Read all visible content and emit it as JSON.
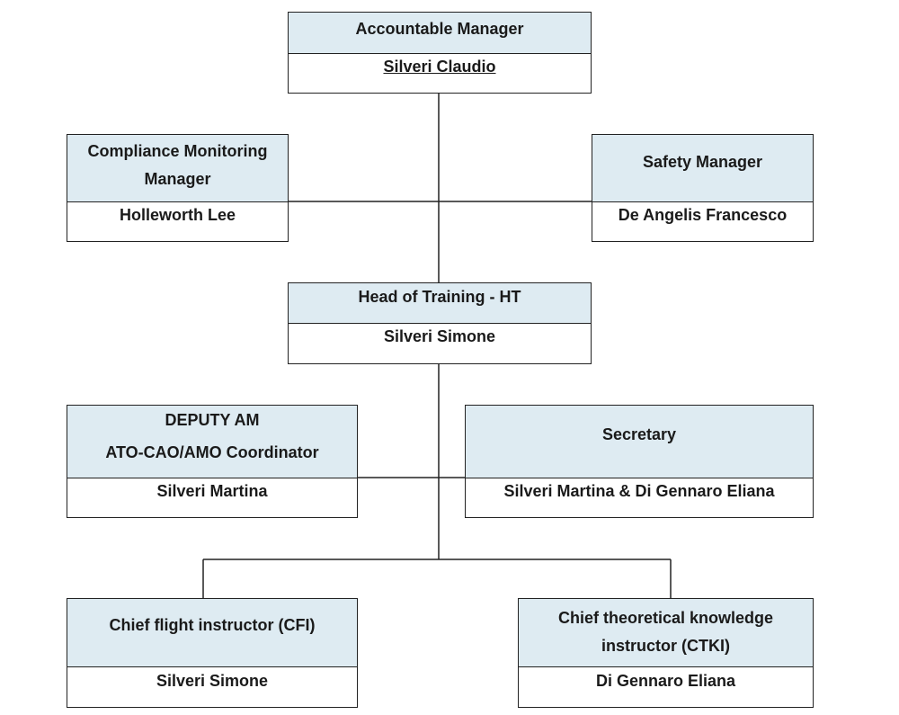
{
  "accountable_manager": {
    "title": "Accountable Manager",
    "name": "Silveri Claudio"
  },
  "compliance_monitoring_manager": {
    "title_line1": "Compliance Monitoring",
    "title_line2": "Manager",
    "name": "Holleworth Lee"
  },
  "safety_manager": {
    "title": "Safety Manager",
    "name": "De Angelis Francesco"
  },
  "head_of_training": {
    "title": "Head of Training - HT",
    "name": "Silveri Simone"
  },
  "deputy_am": {
    "title_line1": "DEPUTY AM",
    "title_line2": "ATO-CAO/AMO Coordinator",
    "name": "Silveri Martina"
  },
  "secretary": {
    "title": "Secretary",
    "name": "Silveri Martina & Di Gennaro Eliana"
  },
  "cfi": {
    "title": "Chief flight instructor (CFI)",
    "name": "Silveri Simone"
  },
  "ctki": {
    "title_line1": "Chief theoretical knowledge",
    "title_line2": "instructor (CTKI)",
    "name": "Di Gennaro Eliana"
  },
  "colors": {
    "header_fill": "#deebf2",
    "border": "#222222"
  }
}
